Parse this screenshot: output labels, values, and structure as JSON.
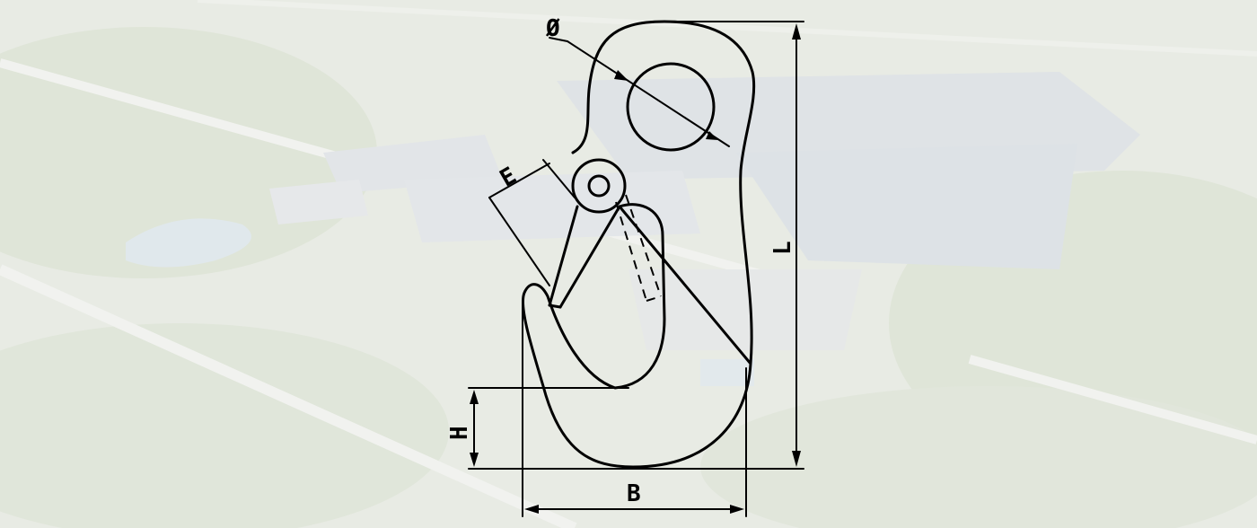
{
  "diagram": {
    "labels": {
      "diameter": "Ø",
      "E": "E",
      "L": "L",
      "H": "H",
      "B": "B"
    },
    "colors": {
      "ink": "#000000",
      "background": "#e9ece6"
    }
  }
}
